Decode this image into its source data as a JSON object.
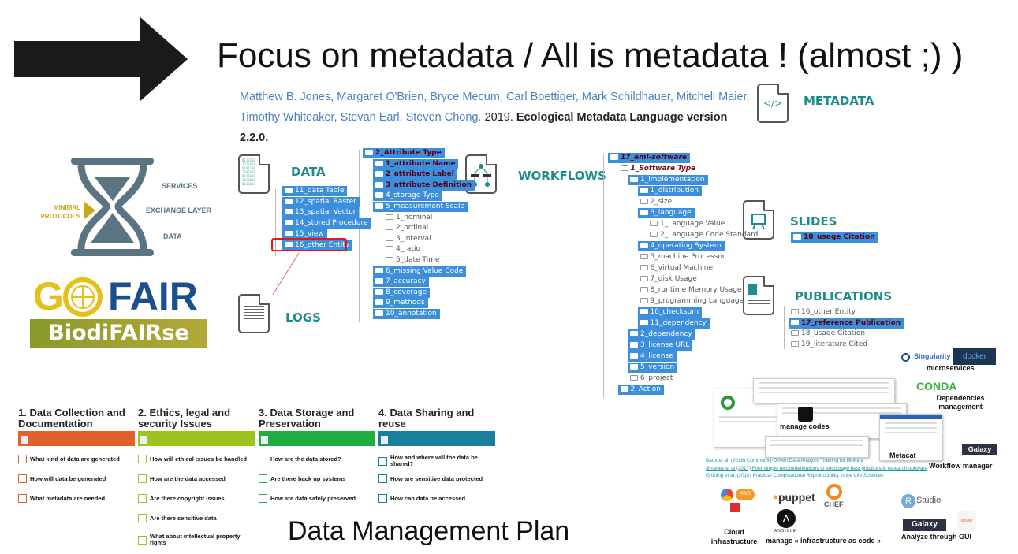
{
  "title": "Focus on metadata / All is metadata ! (almost ;) )",
  "citation": {
    "authors_line1": "Matthew B. Jones, Margaret O'Brien, Bryce Mecum, Carl Boettiger, Mark Schildhauer, Mitchell Maier,",
    "authors_line2": "Timothy Whiteaker, Stevan Earl, Steven Chong.",
    "year": "2019.",
    "work": "Ecological Metadata Language version 2.2.0."
  },
  "labels": {
    "metadata": "METADATA",
    "data": "DATA",
    "logs": "LOGS",
    "workflows": "WORKFLOWS",
    "slides": "SLIDES",
    "publications": "PUBLICATIONS",
    "metadata_icon_glyph": "</>"
  },
  "hourglass": {
    "services": "SERVICES",
    "exchange": "EXCHANGE LAYER",
    "data": "DATA",
    "minimal1": "MINIMAL",
    "minimal2": "PROTOCOLS"
  },
  "logos": {
    "gofair": "GO FAIR",
    "biodifairse": "BiodiFAIRse"
  },
  "colors": {
    "teal": "#1f8c8c",
    "selected": "#3c8fdc",
    "arrow": "#1a1a1a",
    "slate": "#5a7481",
    "gold": "#c9a81a",
    "gofair_blue": "#1a4f8f"
  },
  "trees": {
    "data": [
      {
        "label": "11_data Table",
        "d": 0,
        "s": 1
      },
      {
        "label": "12_spatial Raster",
        "d": 0,
        "s": 1
      },
      {
        "label": "13_spatial Vector",
        "d": 0,
        "s": 1
      },
      {
        "label": "14_stored Procedure",
        "d": 0,
        "s": 1
      },
      {
        "label": "15_view",
        "d": 0,
        "s": 1
      },
      {
        "label": "16_other Entity",
        "d": 0,
        "s": 1,
        "highlight": true
      }
    ],
    "attribute": [
      {
        "label": "2_Attribute Type",
        "d": 0,
        "s": 1,
        "r": 1
      },
      {
        "label": "1_attribute Name",
        "d": 1,
        "s": 1,
        "r": 1
      },
      {
        "label": "2_attribute Label",
        "d": 1,
        "s": 1,
        "r": 1
      },
      {
        "label": "3_attribute Definition",
        "d": 1,
        "s": 1,
        "r": 1
      },
      {
        "label": "4_storage Type",
        "d": 1,
        "s": 1
      },
      {
        "label": "5_measurement Scale",
        "d": 1,
        "s": 1
      },
      {
        "label": "1_nominal",
        "d": 2
      },
      {
        "label": "2_ordinal",
        "d": 2
      },
      {
        "label": "3_interval",
        "d": 2
      },
      {
        "label": "4_ratio",
        "d": 2
      },
      {
        "label": "5_date Time",
        "d": 2
      },
      {
        "label": "6_missing Value Code",
        "d": 1,
        "s": 1
      },
      {
        "label": "7_accuracy",
        "d": 1,
        "s": 1
      },
      {
        "label": "8_coverage",
        "d": 1,
        "s": 1
      },
      {
        "label": "9_methods",
        "d": 1,
        "s": 1
      },
      {
        "label": "10_annotation",
        "d": 1,
        "s": 1
      }
    ],
    "software": [
      {
        "label": "17_eml-software",
        "d": 0,
        "s": 1,
        "r": 1,
        "i": 1
      },
      {
        "label": "1_Software Type",
        "d": 1,
        "r": 1,
        "i": 1
      },
      {
        "label": "1_implementation",
        "d": 2,
        "s": 1
      },
      {
        "label": "1_distribution",
        "d": 3,
        "s": 1
      },
      {
        "label": "2_size",
        "d": 3
      },
      {
        "label": "3_language",
        "d": 3,
        "s": 1
      },
      {
        "label": "1_Language Value",
        "d": 4
      },
      {
        "label": "2_Language Code Standard",
        "d": 4
      },
      {
        "label": "4_operating System",
        "d": 3,
        "s": 1
      },
      {
        "label": "5_machine Processor",
        "d": 3
      },
      {
        "label": "6_virtual Machine",
        "d": 3
      },
      {
        "label": "7_disk Usage",
        "d": 3
      },
      {
        "label": "8_runtime Memory Usage",
        "d": 3
      },
      {
        "label": "9_programming Language",
        "d": 3
      },
      {
        "label": "10_checksum",
        "d": 3,
        "s": 1
      },
      {
        "label": "11_dependency",
        "d": 3,
        "s": 1
      },
      {
        "label": "2_dependency",
        "d": 2,
        "s": 1
      },
      {
        "label": "3_license URL",
        "d": 2,
        "s": 1
      },
      {
        "label": "4_license",
        "d": 2,
        "s": 1
      },
      {
        "label": "5_version",
        "d": 2,
        "s": 1
      },
      {
        "label": "6_project",
        "d": 2
      },
      {
        "label": "2_Action",
        "d": 1,
        "s": 1
      }
    ],
    "slides": [
      {
        "label": "18_usage Citation",
        "d": 0,
        "s": 1,
        "r": 1
      }
    ],
    "publications": [
      {
        "label": "16_other Entity",
        "d": 0
      },
      {
        "label": "17_reference Publication",
        "d": 0,
        "s": 1,
        "r": 1
      },
      {
        "label": "18_usage Citation",
        "d": 0
      },
      {
        "label": "19_literature Cited",
        "d": 0
      }
    ]
  },
  "dmp": {
    "title": "Data Management Plan",
    "columns": [
      {
        "title": "1. Data Collection and Documentation",
        "color": "#e0622a",
        "items": [
          "What kind of data are generated",
          "How will data be generated",
          "What metadata are needed"
        ]
      },
      {
        "title": "2. Ethics, legal and security Issues",
        "color": "#9cc31e",
        "items": [
          "How will ethical issues be handled",
          "How are the data accessed",
          "Are there copyright issues",
          "Are there sensitive data",
          "What about intellectual property rights"
        ]
      },
      {
        "title": "3. Data Storage and Preservation",
        "color": "#1fae3f",
        "items": [
          "How are the data stored?",
          "Are there back up systems",
          "How are data safely preserved"
        ]
      },
      {
        "title": "4. Data Sharing and reuse",
        "color": "#1a7f9a",
        "items": [
          "How and where will the data be shared?",
          "How are sensitive data protected",
          "How can data be accessed"
        ]
      }
    ]
  },
  "tools": {
    "singularity": "Singularity",
    "docker": "docker",
    "microservices": "microservices",
    "conda": "CONDA",
    "dependencies": "Dependencies management",
    "manage_codes": "manage codes",
    "metacat": "Metacat",
    "galaxy": "Galaxy",
    "workflow_manager": "Workflow manager",
    "puppet": "puppet",
    "chef": "CHEF",
    "ansible": "ANSIBLE",
    "aws": "AWS",
    "cloud": "Cloud infrastructure",
    "iac": "manage « infrastructure as code »",
    "rstudio": "Studio",
    "jupyter": "jupyter",
    "analyze": "Analyze through GUI",
    "refs": [
      "Batut et al. (2018) Community-Driven Data Analysis Training for Biology",
      "Jimenez et al (2017) Four simple recommendations to encourage best practices in research software",
      "Grüning et al. (2018) Practical Computational Reproducibility in the Life Sciences"
    ]
  }
}
